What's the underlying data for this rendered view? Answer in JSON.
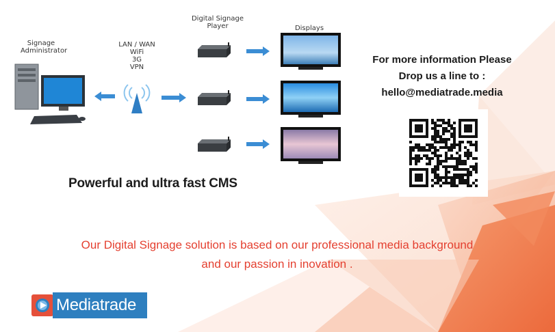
{
  "diagram": {
    "admin_label": "Signage\nAdministrator",
    "network_lines": [
      "LAN / WAN",
      "WiFi",
      "3G",
      "VPN"
    ],
    "player_label": "Digital Signage\nPlayer",
    "displays_label": "Displays"
  },
  "cms_caption": "Powerful and ultra fast CMS",
  "contact": {
    "line1": "For more information  Please",
    "line2": "Drop us a line to :",
    "email": "hello@mediatrade.media"
  },
  "slogan": {
    "line1": "Our Digital Signage solution is based on our professional media background",
    "line2": "and our passion in inovation ."
  },
  "logo": {
    "brand": "Mediatrade"
  },
  "colors": {
    "accent_orange": "#ef6a3f",
    "slogan_red": "#e43f2f",
    "arrow_blue": "#3b8dd4",
    "logo_blue": "#2e7fbf"
  }
}
